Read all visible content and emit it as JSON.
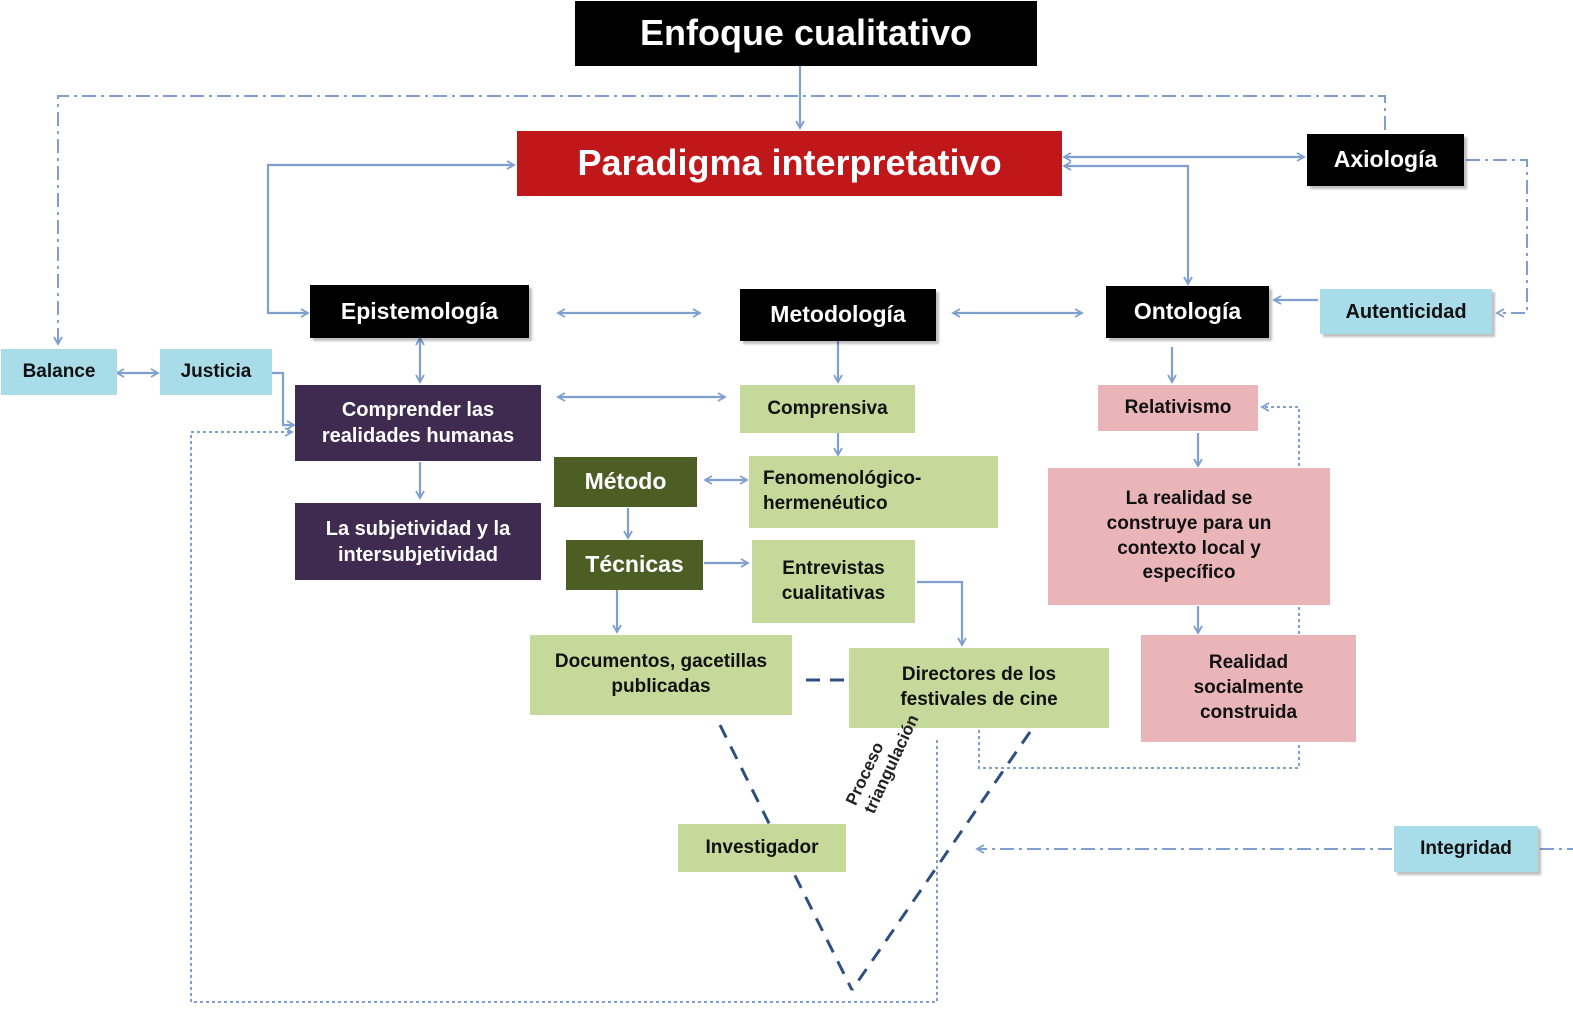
{
  "title": "Enfoque cualitativo",
  "paradigm": "Paradigma interpretativo",
  "pillars": {
    "epistemology": "Epistemología",
    "methodology": "Metodología",
    "ontology": "Ontología",
    "axiology": "Axiología"
  },
  "values": {
    "authenticity": "Autenticidad",
    "balance": "Balance",
    "justice": "Justicia",
    "integrity": "Integridad"
  },
  "epistemology_branch": {
    "understand": "Comprender las realidades humanas",
    "subjectivity": "La subjetividad y la intersubjetividad"
  },
  "methodology_branch": {
    "comprehensive": "Comprensiva",
    "method_label": "Método",
    "method_value": "Fenomenológico-hermenéutico",
    "techniques_label": "Técnicas",
    "interviews": "Entrevistas cualitativas",
    "documents": "Documentos, gacetillas publicadas",
    "directors": "Directores de los festivales de cine",
    "researcher": "Investigador",
    "triangulation": "Proceso triangulación"
  },
  "ontology_branch": {
    "relativism": "Relativismo",
    "reality_constructed": "La realidad se construye para un contexto local y específico",
    "social_reality": "Realidad socialmente construida"
  },
  "colors": {
    "black": "#000000",
    "red": "#c0171b",
    "purple": "#3f2b4f",
    "dark_green": "#4d5e25",
    "light_green": "#c5d99a",
    "pink": "#e9b5b8",
    "cyan": "#a8dce9",
    "arrow": "#7f9fcf"
  }
}
